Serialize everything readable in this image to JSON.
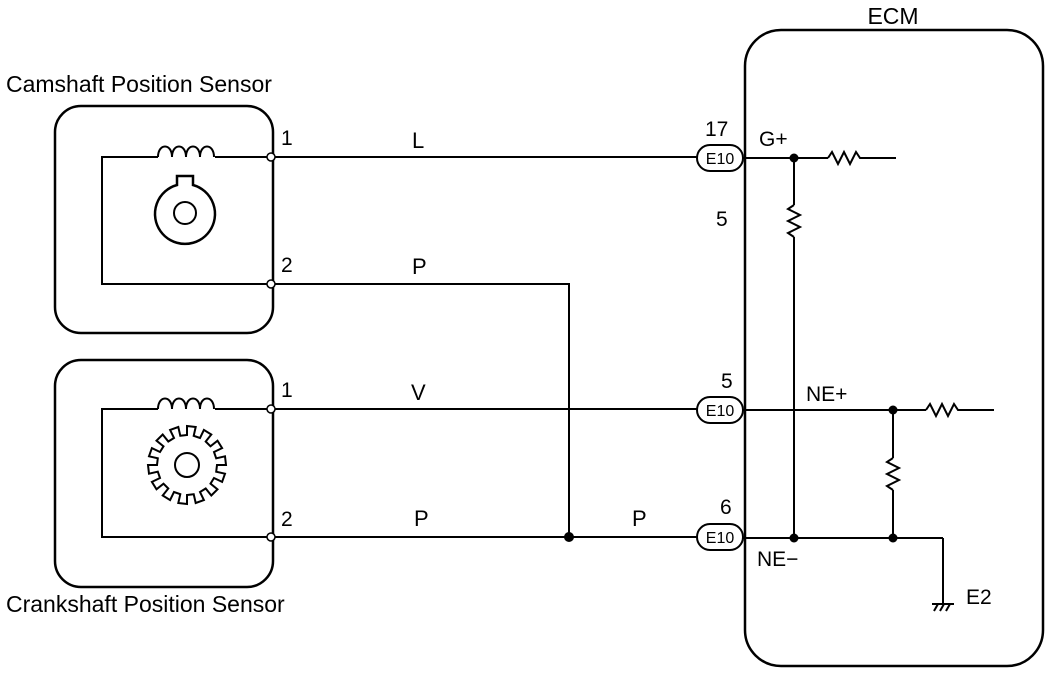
{
  "ecm": {
    "title": "ECM",
    "terminals": {
      "g_plus": "G+",
      "ne_plus": "NE+",
      "ne_minus": "NE−",
      "e2": "E2"
    },
    "stray_number": "5"
  },
  "camshaft_sensor": {
    "title": "Camshaft Position Sensor",
    "pin1": "1",
    "pin2": "2"
  },
  "crankshaft_sensor": {
    "title": "Crankshaft Position Sensor",
    "pin1": "1",
    "pin2": "2"
  },
  "wires": {
    "cam_1": "L",
    "cam_2": "P",
    "crank_1": "V",
    "crank_2": "P",
    "shared_p": "P"
  },
  "connectors": [
    {
      "pin": "17",
      "label": "E10"
    },
    {
      "pin": "5",
      "label": "E10"
    },
    {
      "pin": "6",
      "label": "E10"
    }
  ]
}
